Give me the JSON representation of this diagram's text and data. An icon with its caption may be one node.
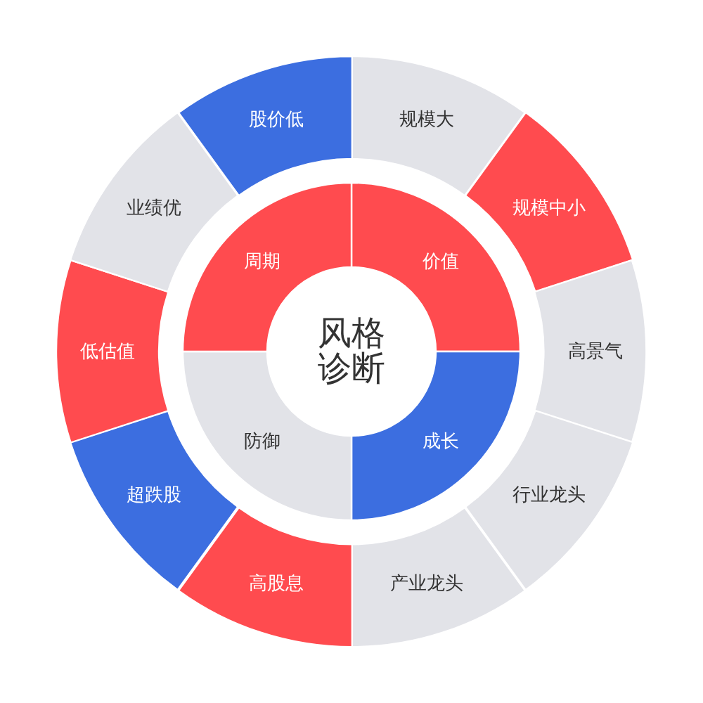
{
  "diagram": {
    "nodes": [
      {
        "text": [
          "风格诊断"
        ]
      },
      {
        "text": [
          "价值"
        ]
      },
      {
        "text": [
          "成长"
        ]
      },
      {
        "text": [
          "防御"
        ]
      },
      {
        "text": [
          "周期"
        ]
      },
      {
        "text": [
          "规模大"
        ]
      },
      {
        "text": [
          "规模中小"
        ]
      },
      {
        "text": [
          "高景气"
        ]
      },
      {
        "text": [
          "行业龙头"
        ]
      },
      {
        "text": [
          "产业龙头"
        ]
      },
      {
        "text": [
          "高股息"
        ]
      },
      {
        "text": [
          "超跌股"
        ]
      },
      {
        "text": [
          "低估值"
        ]
      },
      {
        "text": [
          "业绩优"
        ]
      },
      {
        "text": [
          "股价低"
        ]
      }
    ]
  }
}
